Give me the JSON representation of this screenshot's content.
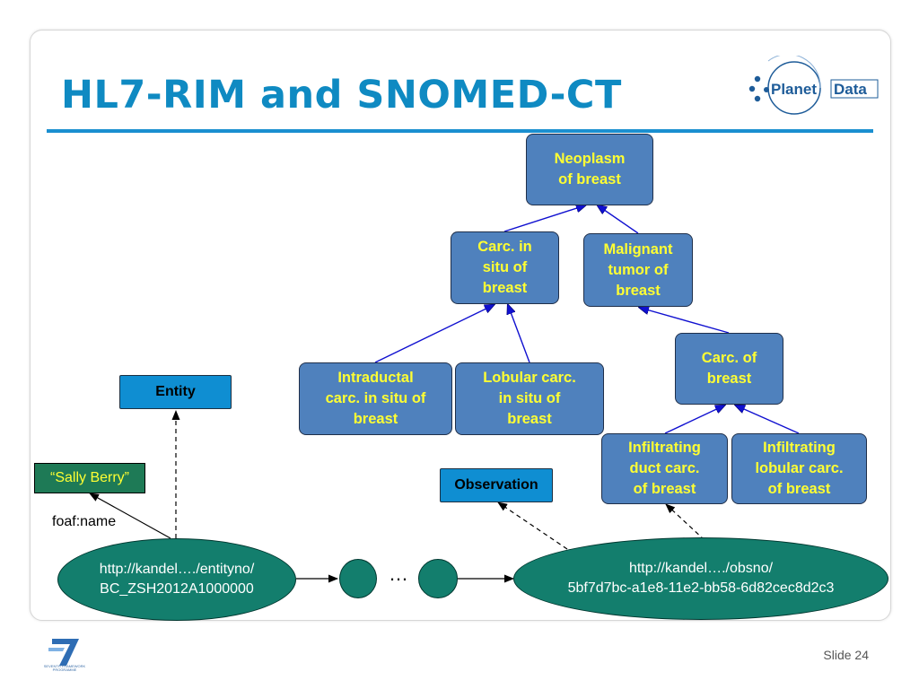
{
  "slide": {
    "title": "HL7-RIM and SNOMED-CT",
    "slide_number": "Slide 24",
    "logo_text_left": "Planet",
    "logo_text_right": "Data",
    "footer_logo_text": "SEVENTH FRAMEWORK PROGRAMME"
  },
  "snomed": {
    "neoplasm": [
      "Neoplasm",
      "of breast"
    ],
    "carc_in_situ": [
      "Carc. in",
      "situ of",
      "breast"
    ],
    "malignant": [
      "Malignant",
      "tumor of",
      "breast"
    ],
    "intraductal": [
      "Intraductal",
      "carc. in situ of",
      "breast"
    ],
    "lobular_in_situ": [
      "Lobular carc.",
      "in situ of",
      "breast"
    ],
    "carc_of_breast": [
      "Carc. of",
      "breast"
    ],
    "infiltrating_duct": [
      "Infiltrating",
      "duct carc.",
      "of breast"
    ],
    "infiltrating_lobular": [
      "Infiltrating",
      "lobular carc.",
      "of breast"
    ]
  },
  "rim": {
    "entity_label": "Entity",
    "observation_label": "Observation",
    "name_literal": "“Sally Berry”",
    "foaf_name": "foaf:name",
    "entity_uri": [
      "http://kandel…./entityno/",
      "BC_ZSH2012A1000000"
    ],
    "obs_uri": [
      "http://kandel…./obsno/",
      "5bf7d7bc-a1e8-11e2-bb58-6d82cec8d2c3"
    ],
    "ellipsis": "…"
  },
  "colors": {
    "title": "#0f8ac2",
    "box_fill": "#4f81bd",
    "box_text": "#ffff33",
    "class_fill": "#0f8ed2",
    "node_fill": "#137e6d",
    "literal_fill": "#1e7a56",
    "hierarchy_line": "#1010d0"
  }
}
